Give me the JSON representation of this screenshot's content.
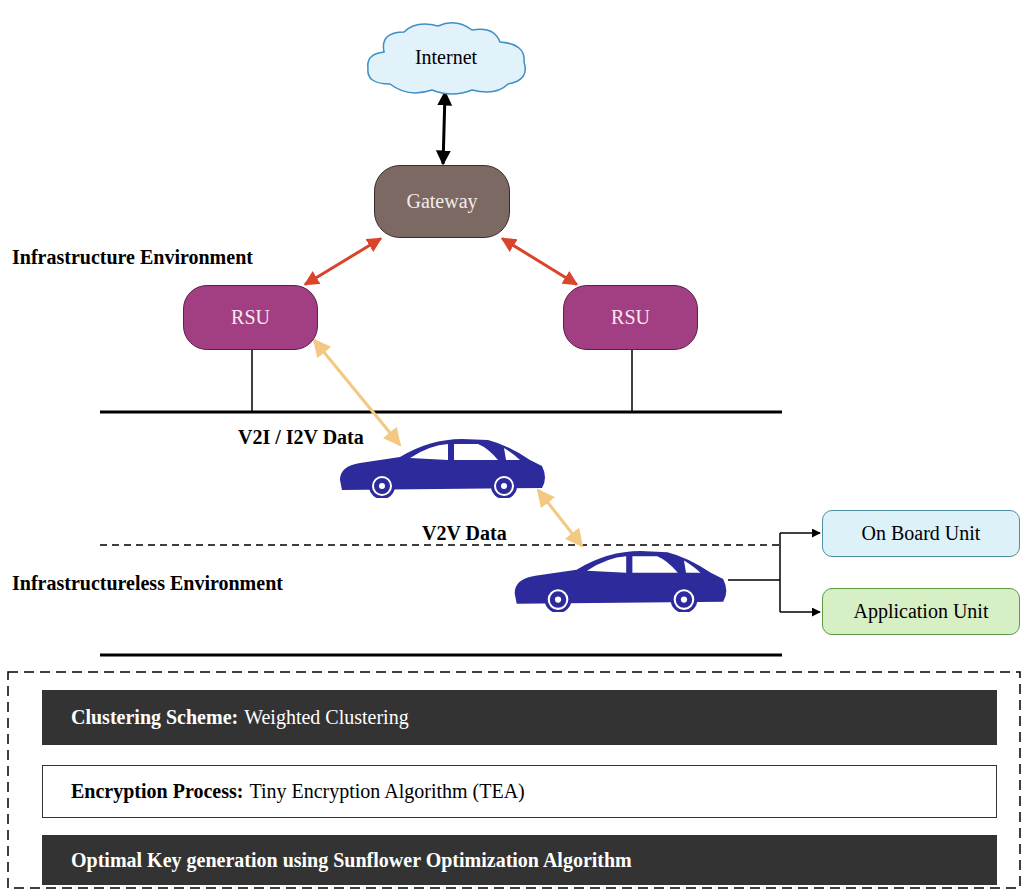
{
  "diagram": {
    "nodes": [
      {
        "text": [
          "Internet"
        ]
      },
      {
        "text": [
          "Gateway"
        ]
      },
      {
        "text": [
          "RSU"
        ]
      },
      {
        "text": [
          "RSU"
        ]
      },
      {
        "text": [
          "On Board Unit"
        ]
      },
      {
        "text": [
          "Application Unit"
        ]
      },
      {
        "text": [
          "Clustering Scheme:",
          "Weighted Clustering"
        ]
      },
      {
        "text": [
          "Encryption Process:",
          "Tiny Encryption Algorithm (TEA)"
        ]
      },
      {
        "text": [
          "Optimal Key generation using Sunflower Optimization Algorithm"
        ]
      }
    ],
    "edges": [
      {
        "from": 0,
        "to": 1,
        "arrow": "both"
      },
      {
        "from": 1,
        "to": 2,
        "arrow": "both"
      },
      {
        "from": 1,
        "to": 3,
        "arrow": "both"
      }
    ],
    "labels": [
      "Infrastructure Environment",
      "V2I / I2V Data",
      "V2V Data",
      "Infrastructureless Environment"
    ]
  }
}
